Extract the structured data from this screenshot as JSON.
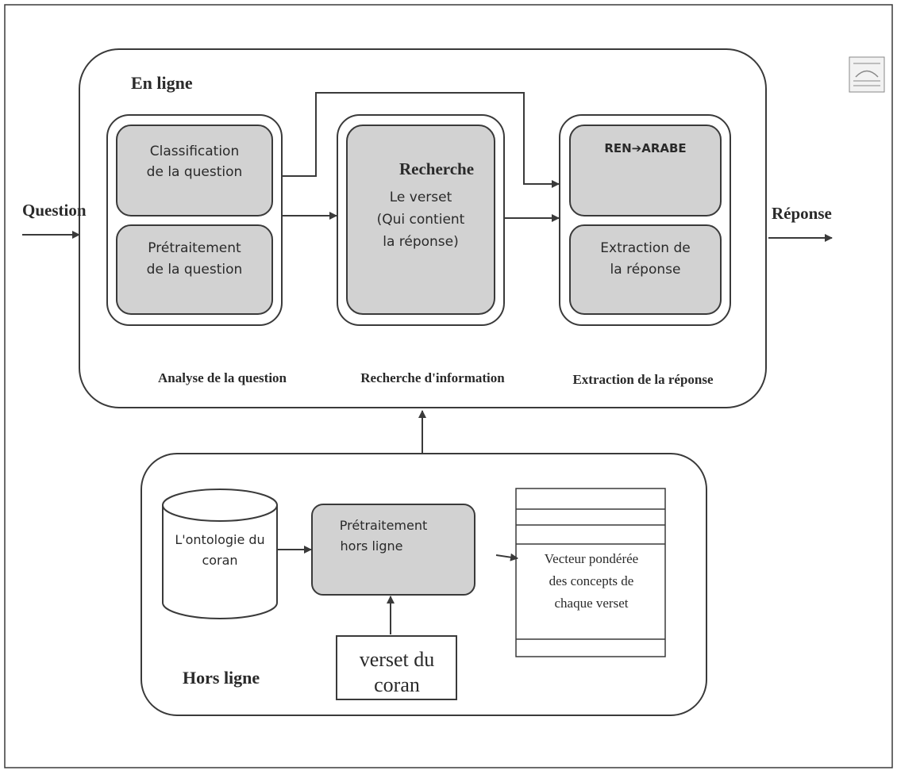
{
  "colors": {
    "stroke": "#3a3a3a",
    "box_fill": "#d2d2d2",
    "background": "#ffffff",
    "text": "#2a2a2a"
  },
  "online": {
    "title": "En ligne",
    "input_label": "Question",
    "output_label": "Réponse",
    "analysis": {
      "classification_line1": "Classification",
      "classification_line2": "de la question",
      "preprocessing_line1": "Prétraitement",
      "preprocessing_line2": "de la question",
      "caption": "Analyse de la question"
    },
    "retrieval": {
      "title": "Recherche",
      "line1": "Le verset",
      "line2": "(Qui contient",
      "line3": "la réponse)",
      "caption": "Recherche d'information"
    },
    "extraction": {
      "translation": "REN➔ARABE",
      "extract_line1": "Extraction de",
      "extract_line2": "la réponse",
      "caption": "Extraction de la réponse"
    }
  },
  "offline": {
    "title": "Hors ligne",
    "ontology_line1": "L'ontologie du",
    "ontology_line2": "coran",
    "preprocessing_line1": "Prétraitement",
    "preprocessing_line2": "hors ligne",
    "verse_line1": "verset du",
    "verse_line2": "coran",
    "vector_line1": "Vecteur pondérée",
    "vector_line2": "des concepts de",
    "vector_line3": "chaque verset"
  }
}
